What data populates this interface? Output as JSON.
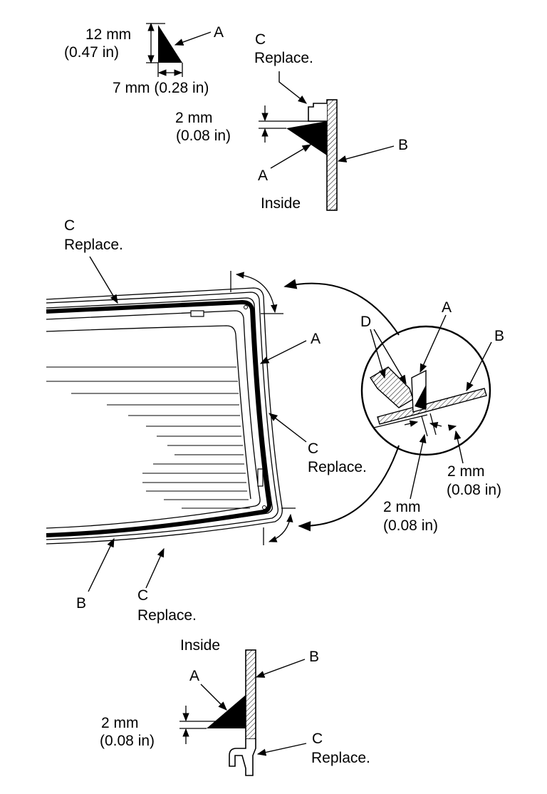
{
  "labels": {
    "a": "A",
    "b": "B",
    "c": "C",
    "d": "D",
    "replace": "Replace.",
    "inside": "Inside",
    "dim_12mm": "12 mm",
    "dim_12in": "(0.47 in)",
    "dim_7": "7 mm (0.28 in)",
    "dim_2mm": "2 mm",
    "dim_2in": "(0.08 in)"
  }
}
